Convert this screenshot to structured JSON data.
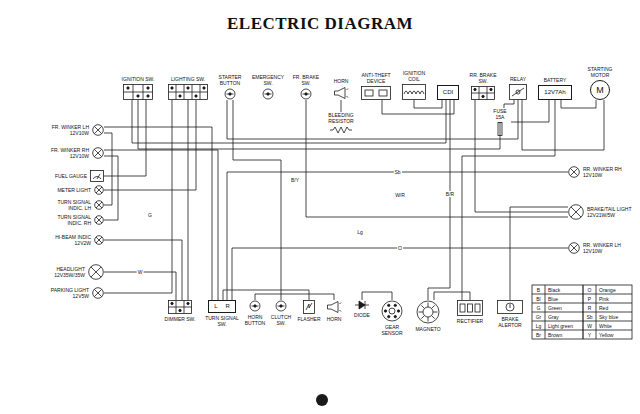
{
  "diagram": {
    "title": "ELECTRIC DIAGRAM",
    "nodes": [
      {
        "text": [
          "IGNITION SW."
        ]
      },
      {
        "text": [
          "LIGHTING SW."
        ]
      },
      {
        "text": [
          "STARTER BUTTON"
        ]
      },
      {
        "text": [
          "EMERGENCY SW."
        ]
      },
      {
        "text": [
          "FR. BRAKE SW."
        ]
      },
      {
        "text": [
          "HORN"
        ]
      },
      {
        "text": [
          "BLEEDING RESISTOR"
        ]
      },
      {
        "text": [
          "ANTI-THEFT DEVICE"
        ]
      },
      {
        "text": [
          "IGNITION COIL"
        ]
      },
      {
        "text": [
          "CDI"
        ]
      },
      {
        "text": [
          "RR. BRAKE SW."
        ]
      },
      {
        "text": [
          "RELAY"
        ]
      },
      {
        "text": [
          "BATTERY",
          "12V7Ah"
        ]
      },
      {
        "text": [
          "STARTING MOTOR",
          "M"
        ]
      },
      {
        "text": [
          "FUSE 15A"
        ]
      },
      {
        "text": [
          "FR. WINKER LH 12V10W"
        ]
      },
      {
        "text": [
          "FR. WINKER RH 12V10W"
        ]
      },
      {
        "text": [
          "FUEL GAUGE"
        ]
      },
      {
        "text": [
          "METER LIGHT"
        ]
      },
      {
        "text": [
          "TURN SIGNAL INDIC. LH"
        ]
      },
      {
        "text": [
          "TURN SIGNAL INDIC. RH"
        ]
      },
      {
        "text": [
          "HI-BEAM INDIC 12V2W"
        ]
      },
      {
        "text": [
          "HEADLIGHT 12V35W/35W"
        ]
      },
      {
        "text": [
          "PARKING LIGHT 12V5W"
        ]
      },
      {
        "text": [
          "RR. WINKER RH 12V10W"
        ]
      },
      {
        "text": [
          "BRAKE/TAIL LIGHT 12V21W/5W"
        ]
      },
      {
        "text": [
          "RR. WINKER LH 12V10W"
        ]
      },
      {
        "text": [
          "DIMMER SW."
        ]
      },
      {
        "text": [
          "TURN SIGNAL SW.",
          "L",
          "R"
        ]
      },
      {
        "text": [
          "HORN BUTTON"
        ]
      },
      {
        "text": [
          "CLUTCH SW."
        ]
      },
      {
        "text": [
          "FLASHER"
        ]
      },
      {
        "text": [
          "HORN"
        ]
      },
      {
        "text": [
          "DIODE"
        ]
      },
      {
        "text": [
          "GEAR SENSOR"
        ]
      },
      {
        "text": [
          "MAGNETO"
        ]
      },
      {
        "text": [
          "RECTIFIER"
        ]
      },
      {
        "text": [
          "BRAKE ALERTOR"
        ]
      }
    ],
    "edges": [
      {
        "from": 0,
        "to": 9,
        "arrow": "none"
      },
      {
        "from": 0,
        "to": 14,
        "arrow": "none"
      },
      {
        "from": 12,
        "to": 14,
        "arrow": "none"
      },
      {
        "from": 14,
        "to": 11,
        "arrow": "none"
      },
      {
        "from": 11,
        "to": 13,
        "arrow": "none"
      },
      {
        "from": 12,
        "to": 13,
        "arrow": "none"
      },
      {
        "from": 2,
        "to": 11,
        "arrow": "none"
      },
      {
        "from": 8,
        "to": 9,
        "arrow": "none"
      },
      {
        "from": 7,
        "to": 9,
        "arrow": "none"
      },
      {
        "from": 9,
        "to": 35,
        "arrow": "none",
        "label": "B/R"
      },
      {
        "from": 10,
        "to": 25,
        "arrow": "none"
      },
      {
        "from": 4,
        "to": 25,
        "arrow": "none"
      },
      {
        "from": 37,
        "to": 25,
        "arrow": "none"
      },
      {
        "from": 1,
        "to": 27,
        "arrow": "none"
      },
      {
        "from": 1,
        "to": 18,
        "arrow": "none"
      },
      {
        "from": 1,
        "to": 23,
        "arrow": "none"
      },
      {
        "from": 27,
        "to": 22,
        "arrow": "none",
        "label": "W"
      },
      {
        "from": 27,
        "to": 21,
        "arrow": "none"
      },
      {
        "from": 0,
        "to": 17,
        "arrow": "none"
      },
      {
        "from": 28,
        "to": 15,
        "arrow": "none"
      },
      {
        "from": 28,
        "to": 16,
        "arrow": "none"
      },
      {
        "from": 28,
        "to": 24,
        "arrow": "none",
        "label": "Sb"
      },
      {
        "from": 28,
        "to": 26,
        "arrow": "none",
        "label": "O"
      },
      {
        "from": 19,
        "to": 15,
        "arrow": "none"
      },
      {
        "from": 20,
        "to": 16,
        "arrow": "none"
      },
      {
        "from": 31,
        "to": 28,
        "arrow": "none"
      },
      {
        "from": 29,
        "to": 32,
        "arrow": "none"
      },
      {
        "from": 30,
        "to": 2,
        "arrow": "none"
      },
      {
        "from": 5,
        "to": 6,
        "arrow": "none"
      },
      {
        "from": 33,
        "to": 34,
        "arrow": "none"
      },
      {
        "from": 36,
        "to": 35,
        "arrow": "none"
      },
      {
        "from": 36,
        "to": 12,
        "arrow": "none"
      }
    ],
    "labels": [
      "B/Y",
      "Lg",
      "W/R",
      "G",
      "B",
      "Black",
      "O",
      "Orange",
      "Bl",
      "Blue",
      "P",
      "Pink",
      "G",
      "Green",
      "R",
      "Red",
      "Gr",
      "Gray",
      "Sb",
      "Sky blue",
      "Lg",
      "Light green",
      "W",
      "White",
      "Br",
      "Brown",
      "Y",
      "Yellow"
    ]
  }
}
